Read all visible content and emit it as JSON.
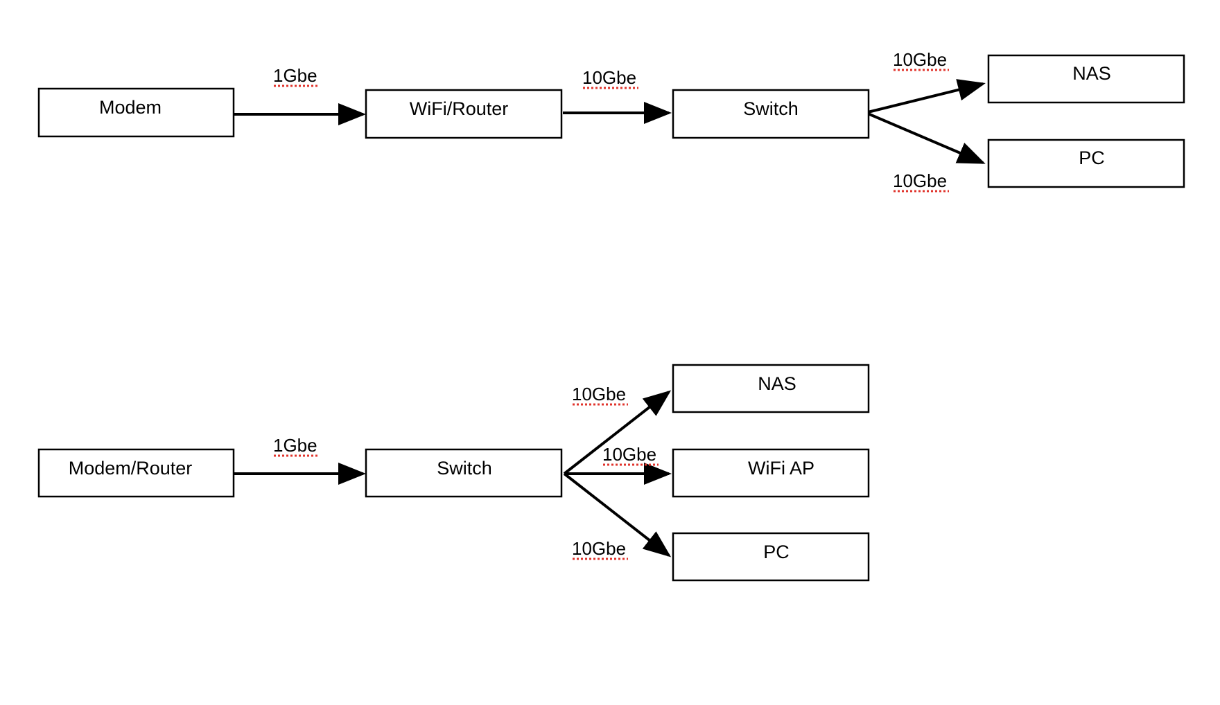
{
  "colors": {
    "stroke": "#000000",
    "background": "#ffffff",
    "spellcheck_underline": "#e0342c"
  },
  "diagrams": [
    {
      "nodes": [
        {
          "id": "modem",
          "label": "Modem"
        },
        {
          "id": "router",
          "label": "WiFi/Router"
        },
        {
          "id": "switch",
          "label": "Switch"
        },
        {
          "id": "nas",
          "label": "NAS"
        },
        {
          "id": "pc",
          "label": "PC"
        }
      ],
      "edges": [
        {
          "from": "modem",
          "to": "router",
          "label": "1Gbe"
        },
        {
          "from": "router",
          "to": "switch",
          "label": "10Gbe"
        },
        {
          "from": "switch",
          "to": "nas",
          "label": "10Gbe"
        },
        {
          "from": "switch",
          "to": "pc",
          "label": "10Gbe"
        }
      ]
    },
    {
      "nodes": [
        {
          "id": "modem-router",
          "label": "Modem/Router"
        },
        {
          "id": "switch",
          "label": "Switch"
        },
        {
          "id": "nas",
          "label": "NAS"
        },
        {
          "id": "wifi-ap",
          "label": "WiFi AP"
        },
        {
          "id": "pc",
          "label": "PC"
        }
      ],
      "edges": [
        {
          "from": "switch",
          "to": "nas",
          "label": "10Gbe"
        },
        {
          "from": "modem-router",
          "to": "switch",
          "label": "1Gbe"
        },
        {
          "from": "switch",
          "to": "wifi-ap",
          "label": "10Gbe"
        },
        {
          "from": "switch",
          "to": "pc",
          "label": "10Gbe"
        }
      ]
    }
  ]
}
